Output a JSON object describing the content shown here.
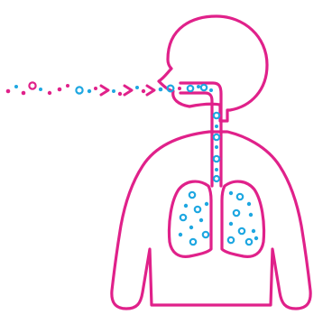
{
  "colors": {
    "outline": "#e0218a",
    "particle": "#1ea7e1",
    "background": "#ffffff"
  },
  "figure": {
    "body_name": "person-silhouette",
    "airway_name": "trachea",
    "organ_name": "lungs"
  },
  "particle_stream": {
    "direction": "inward",
    "markers": [
      "dot",
      "ring",
      "arrow"
    ]
  }
}
